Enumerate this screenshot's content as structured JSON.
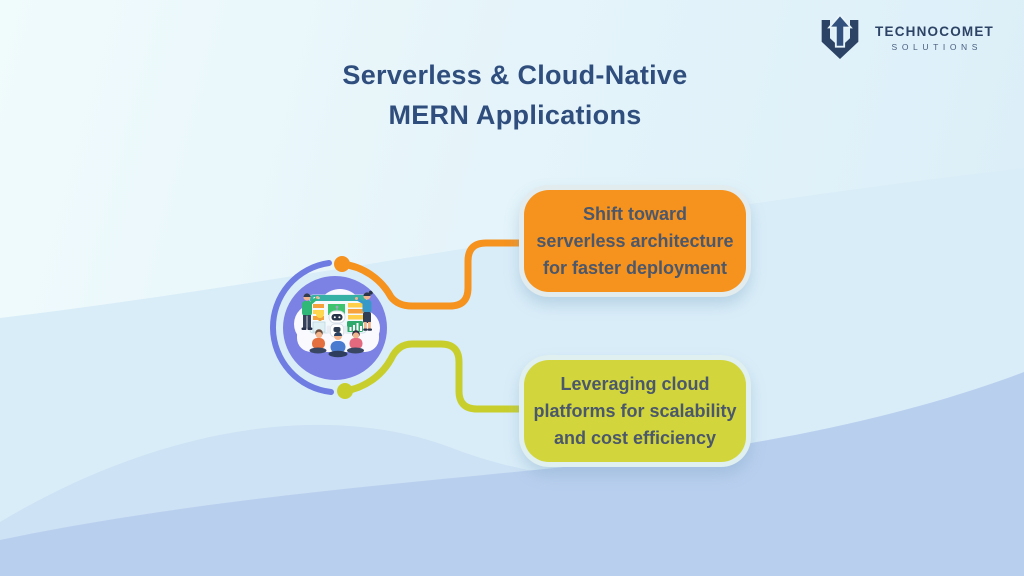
{
  "header": {
    "title_lines": [
      "Serverless & Cloud-Native",
      "MERN Applications"
    ]
  },
  "logo": {
    "company": "TECHNOCOMET",
    "tagline": "SOLUTIONS",
    "mark": "up-arrow-shield-icon"
  },
  "diagram": {
    "center_illustration": "team-collaborating-with-ai-robot-around-dashboard",
    "callouts": [
      {
        "id": "serverless-shift",
        "lines": [
          "Shift toward",
          "serverless architecture",
          "for faster deployment"
        ],
        "color": "#f6921e"
      },
      {
        "id": "cloud-platforms",
        "lines": [
          "Leveraging cloud",
          "platforms for scalability",
          "and cost efficiency"
        ],
        "color": "#d2d63c"
      }
    ]
  },
  "colors": {
    "orange": "#f6921e",
    "box_green": "#d2d63c",
    "line_green": "#c8cf2d",
    "arc_blue": "#6f7ce2",
    "circle_purple": "#7b82e4",
    "title_text": "#2f4e7d",
    "callout_text": "#4b576b",
    "logo_navy": "#2c4365"
  }
}
